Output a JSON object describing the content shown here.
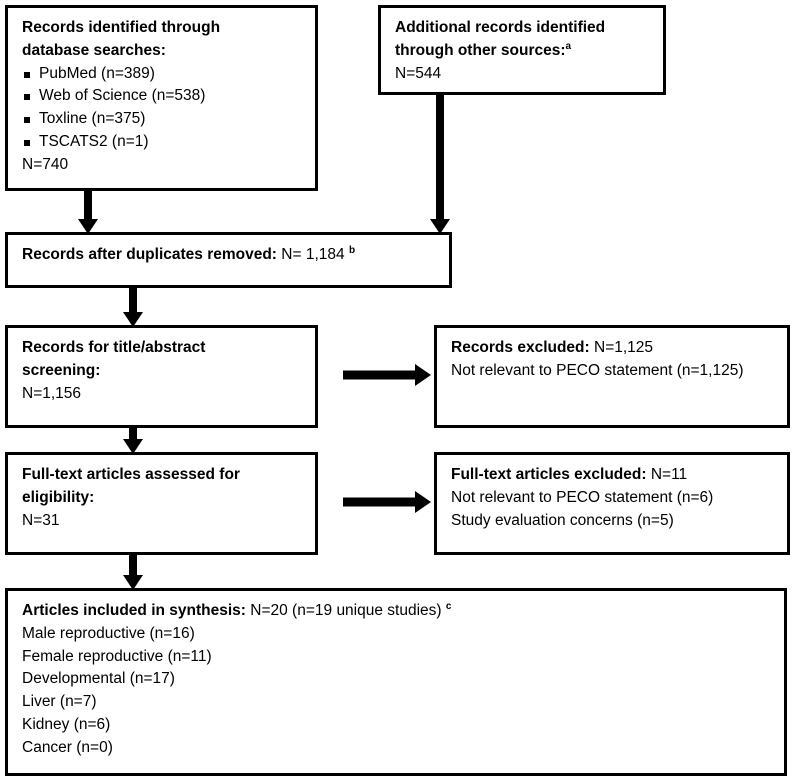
{
  "diagram": {
    "type": "prisma-flow-diagram",
    "boxes": {
      "database_searches": {
        "heading_line1": "Records identified through",
        "heading_line2": "database searches:",
        "sources": [
          "PubMed (n=389)",
          "Web of Science (n=538)",
          "Toxline (n=375)",
          "TSCATS2 (n=1)"
        ],
        "total": "N=740"
      },
      "additional_records": {
        "heading_line1": "Additional records identified",
        "heading_line2": "through other sources:",
        "footnote": "a",
        "total": "N=544"
      },
      "duplicates_removed": {
        "label": "Records after duplicates removed:",
        "value": "N= 1,184",
        "footnote": "b"
      },
      "title_abstract_screening": {
        "heading_line1": "Records for title/abstract",
        "heading_line2": "screening:",
        "total": "N=1,156"
      },
      "records_excluded": {
        "label": "Records excluded:",
        "value": "N=1,125",
        "reasons": [
          "Not relevant to PECO statement (n=1,125)"
        ]
      },
      "fulltext_assessed": {
        "heading_line1": "Full-text articles assessed for",
        "heading_line2": "eligibility:",
        "total": "N=31"
      },
      "fulltext_excluded": {
        "label": "Full-text articles excluded:",
        "value": "N=11",
        "reasons": [
          "Not relevant to PECO statement (n=6)",
          "Study evaluation concerns (n=5)"
        ]
      },
      "included_synthesis": {
        "label": "Articles included in synthesis:",
        "value": "N=20 (n=19 unique studies)",
        "footnote": "c",
        "categories": [
          "Male reproductive (n=16)",
          "Female reproductive (n=11)",
          "Developmental (n=17)",
          "Liver (n=7)",
          "Kidney (n=6)",
          "Cancer (n=0)"
        ]
      }
    },
    "colors": {
      "stroke": "#000000",
      "fill": "#ffffff",
      "text": "#000000"
    }
  }
}
